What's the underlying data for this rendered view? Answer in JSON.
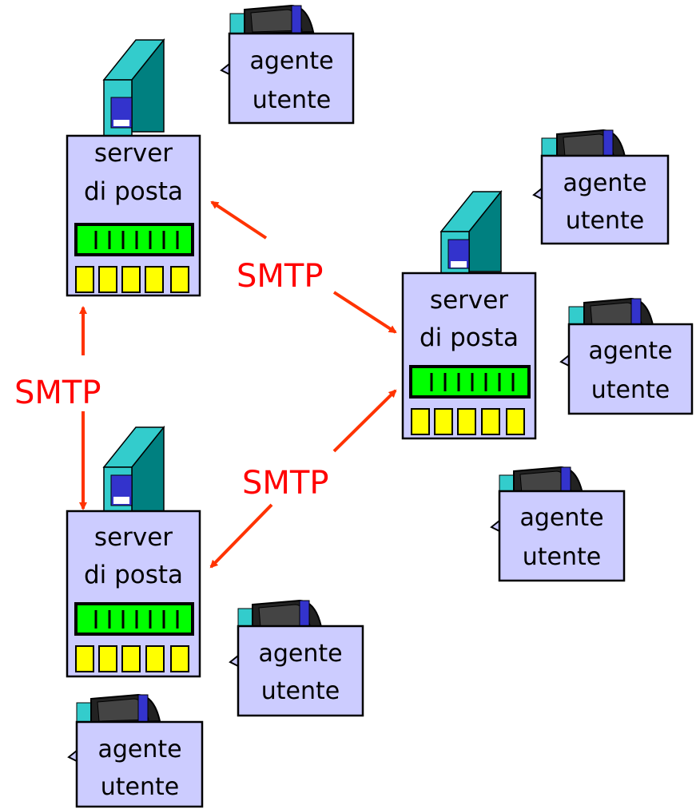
{
  "servers": [
    {
      "id": "server-top-left",
      "line1": "server",
      "line2": "di posta"
    },
    {
      "id": "server-right",
      "line1": "server",
      "line2": "di posta"
    },
    {
      "id": "server-bottom-left",
      "line1": "server",
      "line2": "di posta"
    }
  ],
  "user_agents": [
    {
      "id": "ua-1",
      "line1": "agente",
      "line2": "utente"
    },
    {
      "id": "ua-2",
      "line1": "agente",
      "line2": "utente"
    },
    {
      "id": "ua-3",
      "line1": "agente",
      "line2": "utente"
    },
    {
      "id": "ua-4",
      "line1": "agente",
      "line2": "utente"
    },
    {
      "id": "ua-5",
      "line1": "agente",
      "line2": "utente"
    },
    {
      "id": "ua-6",
      "line1": "agente",
      "line2": "utente"
    }
  ],
  "protocol_labels": [
    "SMTP",
    "SMTP",
    "SMTP"
  ],
  "colors": {
    "box_fill": "#ccccff",
    "tower": "#33cccc",
    "disk": "#3333cc",
    "bar": "#00ff00",
    "slot": "#ffff00",
    "arrow": "#ff3300",
    "label": "#ff0000",
    "monitor": "#222222"
  }
}
